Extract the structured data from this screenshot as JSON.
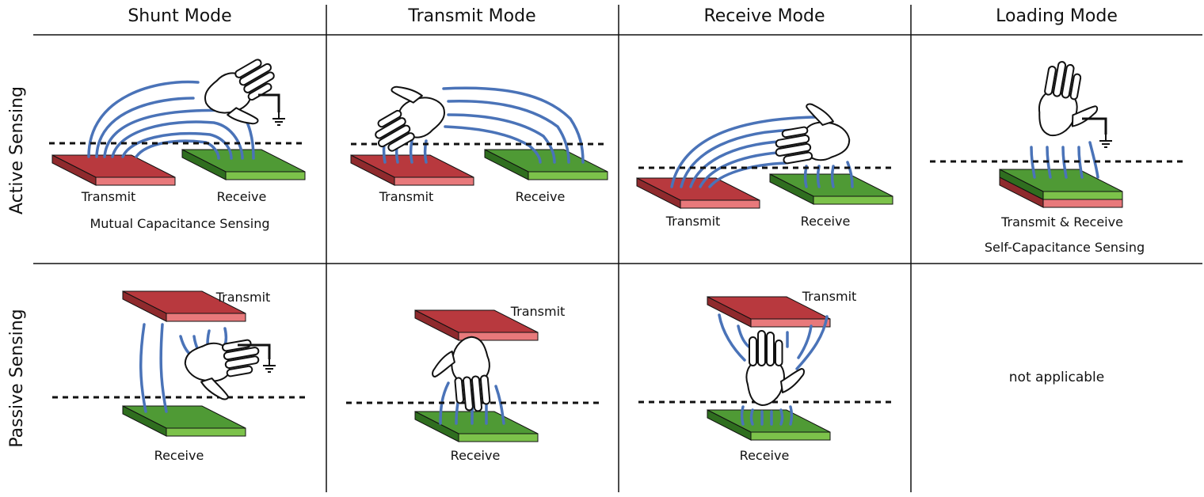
{
  "columns": [
    "Shunt Mode",
    "Transmit Mode",
    "Receive Mode",
    "Loading Mode"
  ],
  "rows": [
    "Active Sensing",
    "Passive Sensing"
  ],
  "labels": {
    "transmit": "Transmit",
    "receive": "Receive",
    "transmit_receive": "Transmit & Receive"
  },
  "captions": {
    "mutual": "Mutual Capacitance Sensing",
    "self": "Self-Capacitance Sensing",
    "not_applicable": "not applicable"
  },
  "colors": {
    "transmit_plate": "#c8474b",
    "receive_plate": "#56a03a",
    "field_lines": "#4a73b8"
  },
  "icons": [
    "hand-icon",
    "ground-symbol-icon",
    "electrode-plate-icon"
  ]
}
